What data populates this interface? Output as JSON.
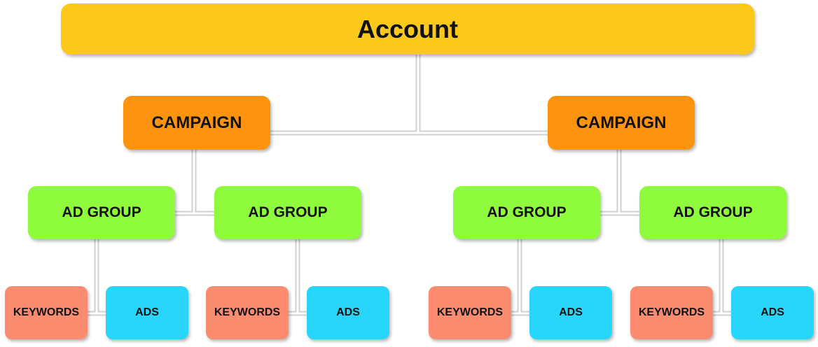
{
  "account": {
    "label": "Account"
  },
  "campaigns": [
    {
      "label": "CAMPAIGN"
    },
    {
      "label": "CAMPAIGN"
    }
  ],
  "ad_groups": [
    {
      "label": "AD GROUP"
    },
    {
      "label": "AD GROUP"
    },
    {
      "label": "AD GROUP"
    },
    {
      "label": "AD GROUP"
    }
  ],
  "leaves": [
    {
      "keywords": "KEYWORDS",
      "ads": "ADS"
    },
    {
      "keywords": "KEYWORDS",
      "ads": "ADS"
    },
    {
      "keywords": "KEYWORDS",
      "ads": "ADS"
    },
    {
      "keywords": "KEYWORDS",
      "ads": "ADS"
    }
  ],
  "colors": {
    "account": "#fcc81c",
    "campaign": "#fc9410",
    "ad_group": "#8efc3c",
    "keywords": "#fc8c70",
    "ads": "#28d6fc",
    "connector": "#c9c9c9"
  }
}
